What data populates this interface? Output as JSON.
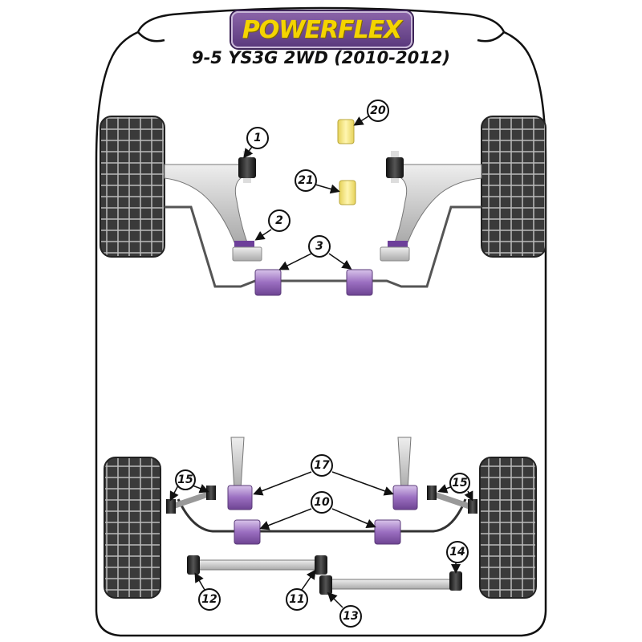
{
  "logo": "POWERFLEX",
  "title": "9-5 YS3G 2WD (2010-2012)",
  "callouts": {
    "c1": "1",
    "c2": "2",
    "c3": "3",
    "c20": "20",
    "c21": "21",
    "c17": "17",
    "c15a": "15",
    "c15b": "15",
    "c10": "10",
    "c11": "11",
    "c12": "12",
    "c13": "13",
    "c14": "14"
  },
  "colors": {
    "purple": "#8a5fb0",
    "yellow": "#f4e27a",
    "black": "#1c1c1c",
    "arm": "#c8c8c8"
  }
}
